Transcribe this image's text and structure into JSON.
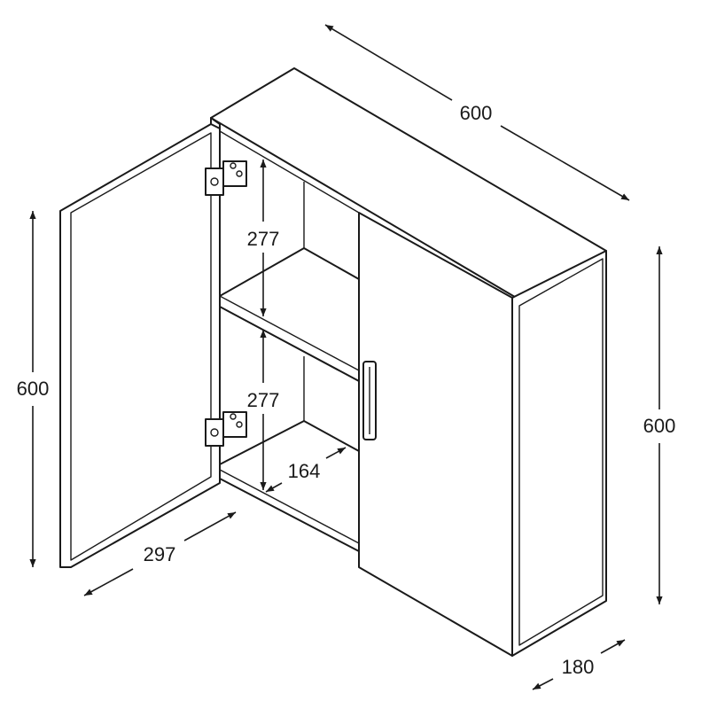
{
  "diagram": {
    "dimensions": {
      "top_width": "600",
      "left_height": "600",
      "right_height": "600",
      "depth": "180",
      "door_width": "297",
      "upper_shelf_height": "277",
      "lower_shelf_height": "277",
      "shelf_depth": "164"
    }
  },
  "colors": {
    "line": "#1a1a1a",
    "background": "#ffffff"
  }
}
